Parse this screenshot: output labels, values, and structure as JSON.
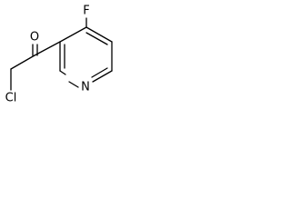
{
  "molecule": {
    "atoms": {
      "oxygen": "O",
      "fluorine": "F",
      "nitrogen": "N",
      "chlorine": "Cl"
    }
  }
}
